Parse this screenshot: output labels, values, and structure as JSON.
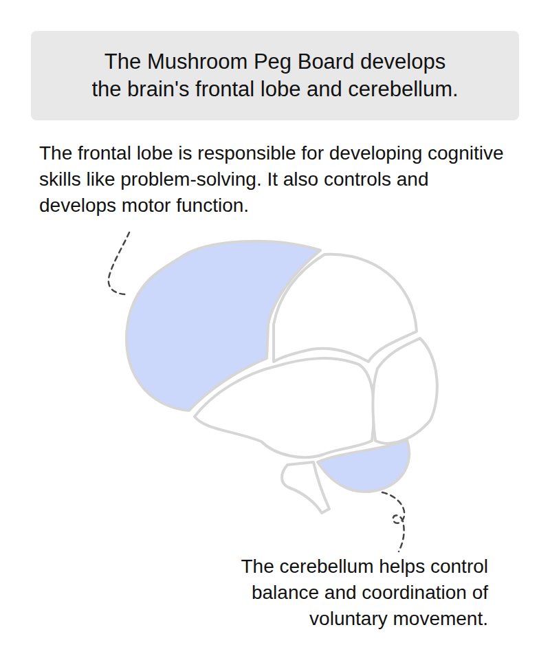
{
  "diagram": {
    "title": "The Mushroom Peg Board develops the brain's frontal lobe and cerebellum.",
    "labels": [
      "The frontal lobe is responsible for developing cognitive skills like problem-solving. It also controls and develops motor function.",
      "The cerebellum helps control balance and coordination of voluntary movement."
    ]
  }
}
